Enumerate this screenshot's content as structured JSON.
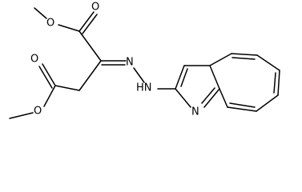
{
  "atoms": {
    "o_ester1_carbonyl": "O",
    "o_ester1_ether": "O",
    "o_ester2_carbonyl": "O",
    "o_ester2_ether": "O",
    "n_imine": "N",
    "nh_hydrazone": "HN",
    "n_ring": "N"
  },
  "colors": {
    "ink": "#000000",
    "background": "#ffffff"
  }
}
